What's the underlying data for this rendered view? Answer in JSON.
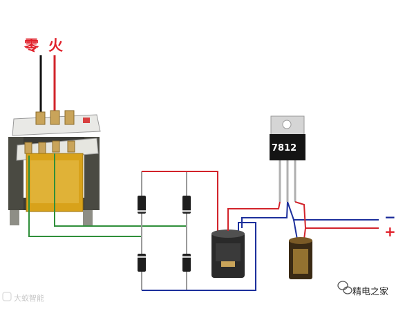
{
  "labels": {
    "neutral": "零",
    "live": "火",
    "regulator_marking": "7812",
    "output_negative": "−",
    "output_positive": "+",
    "brand_name": "精电之家",
    "watermark": "大蚁智能"
  },
  "colors": {
    "wire_red": "#d2232a",
    "wire_blue": "#1c2f9c",
    "wire_green": "#2f8f3a",
    "wire_black": "#111111",
    "transformer_coil": "#d8a21a",
    "capacitor_body": "#2a2a2a",
    "label_red": "#e0202a"
  },
  "components": {
    "transformer": "transformer",
    "bridge_rectifier": "4 diodes",
    "filter_capacitor": "capacitor",
    "regulator": "7812",
    "output_capacitor": "capacitor"
  },
  "icons": [
    "wechat-icon"
  ]
}
